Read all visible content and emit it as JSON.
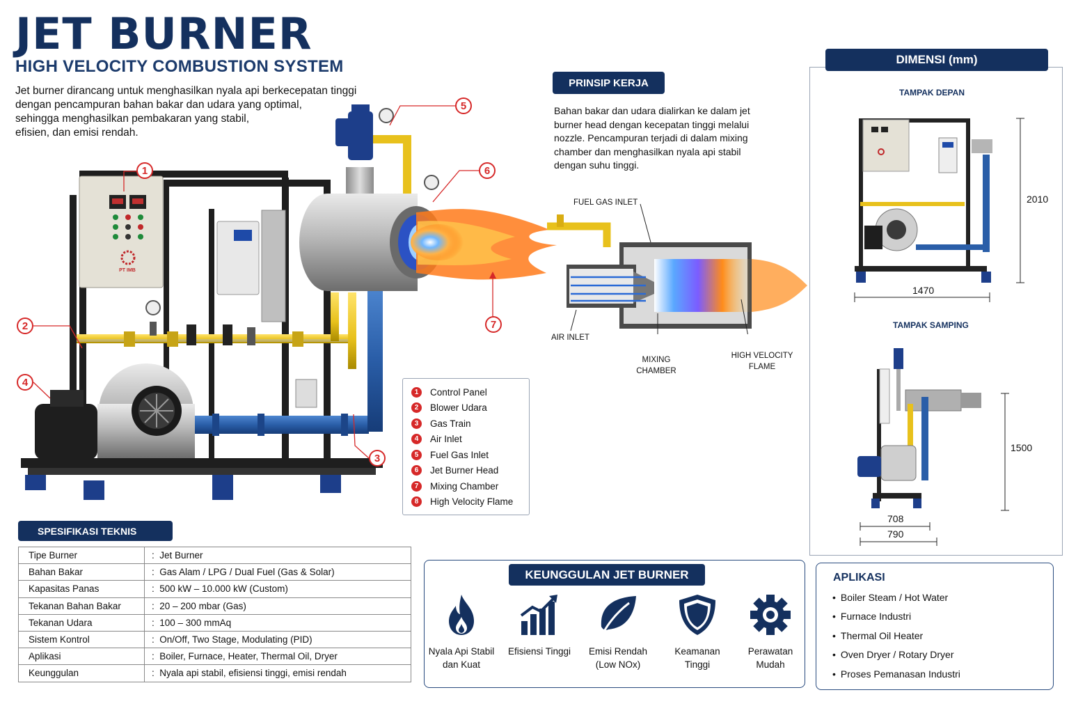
{
  "header": {
    "title": "JET BURNER",
    "subtitle": "HIGH VELOCITY COMBUSTION SYSTEM",
    "intro_lines": [
      "Jet burner dirancang untuk menghasilkan nyala api berkecepatan tinggi",
      "dengan pencampuran bahan bakar dan udara yang optimal,",
      "sehingga menghasilkan pembakaran yang stabil,",
      "efisien, dan emisi rendah."
    ]
  },
  "panel_logo": "PT IMB",
  "callouts": [
    "1",
    "2",
    "3",
    "4",
    "5",
    "6",
    "7"
  ],
  "legend": [
    {
      "num": "1",
      "label": "Control Panel"
    },
    {
      "num": "2",
      "label": "Blower Udara"
    },
    {
      "num": "3",
      "label": "Gas Train"
    },
    {
      "num": "4",
      "label": "Air Inlet"
    },
    {
      "num": "5",
      "label": "Fuel Gas Inlet"
    },
    {
      "num": "6",
      "label": "Jet Burner Head"
    },
    {
      "num": "7",
      "label": "Mixing Chamber"
    },
    {
      "num": "8",
      "label": "High Velocity Flame"
    }
  ],
  "prinsip": {
    "title": "PRINSIP KERJA",
    "lines": [
      "Bahan bakar dan udara dialirkan ke dalam jet",
      "burner head dengan kecepatan tinggi melalui",
      "nozzle. Pencampuran terjadi di dalam mixing",
      "chamber dan menghasilkan nyala api stabil",
      "dengan suhu tinggi."
    ],
    "diagram": {
      "fuel_gas_inlet": "FUEL GAS INLET",
      "air_inlet": "AIR INLET",
      "mixing_chamber": [
        "MIXING",
        "CHAMBER"
      ],
      "high_velocity_flame": [
        "HIGH VELOCITY",
        "FLAME"
      ]
    }
  },
  "dimensi": {
    "title": "DIMENSI (mm)",
    "front_label": "TAMPAK DEPAN",
    "side_label": "TAMPAK SAMPING",
    "front_height": "2010",
    "front_width": "1470",
    "side_height": "1500",
    "side_width_inner": "708",
    "side_width_outer": "790"
  },
  "spesifikasi": {
    "title": "SPESIFIKASI TEKNIS",
    "rows": [
      {
        "key": "Tipe Burner",
        "value": "Jet Burner"
      },
      {
        "key": "Bahan Bakar",
        "value": "Gas Alam / LPG / Dual Fuel (Gas & Solar)"
      },
      {
        "key": "Kapasitas Panas",
        "value": "500 kW – 10.000 kW (Custom)"
      },
      {
        "key": "Tekanan Bahan Bakar",
        "value": "20 – 200 mbar (Gas)"
      },
      {
        "key": "Tekanan Udara",
        "value": "100 – 300 mmAq"
      },
      {
        "key": "Sistem Kontrol",
        "value": "On/Off, Two Stage, Modulating (PID)"
      },
      {
        "key": "Aplikasi",
        "value": "Boiler, Furnace, Heater, Thermal Oil, Dryer"
      },
      {
        "key": "Keunggulan",
        "value": "Nyala api stabil, efisiensi tinggi, emisi rendah"
      }
    ]
  },
  "keunggulan": {
    "title": "KEUNGGULAN JET BURNER",
    "items": [
      {
        "icon": "flame-icon",
        "lines": [
          "Nyala Api Stabil",
          "dan Kuat"
        ]
      },
      {
        "icon": "chart-icon",
        "lines": [
          "Efisiensi Tinggi"
        ]
      },
      {
        "icon": "leaf-icon",
        "lines": [
          "Emisi Rendah",
          "(Low NOx)"
        ]
      },
      {
        "icon": "shield-icon",
        "lines": [
          "Keamanan",
          "Tinggi"
        ]
      },
      {
        "icon": "gear-icon",
        "lines": [
          "Perawatan",
          "Mudah"
        ]
      }
    ]
  },
  "aplikasi": {
    "title": "APLIKASI",
    "items": [
      "Boiler Steam / Hot Water",
      "Furnace Industri",
      "Thermal Oil Heater",
      "Oven Dryer / Rotary Dryer",
      "Proses Pemanasan Industri"
    ]
  },
  "colors": {
    "navy": "#14305e",
    "callout_red": "#d62828",
    "gas_yellow": "#e8c11c",
    "air_blue": "#2a5ea8"
  }
}
